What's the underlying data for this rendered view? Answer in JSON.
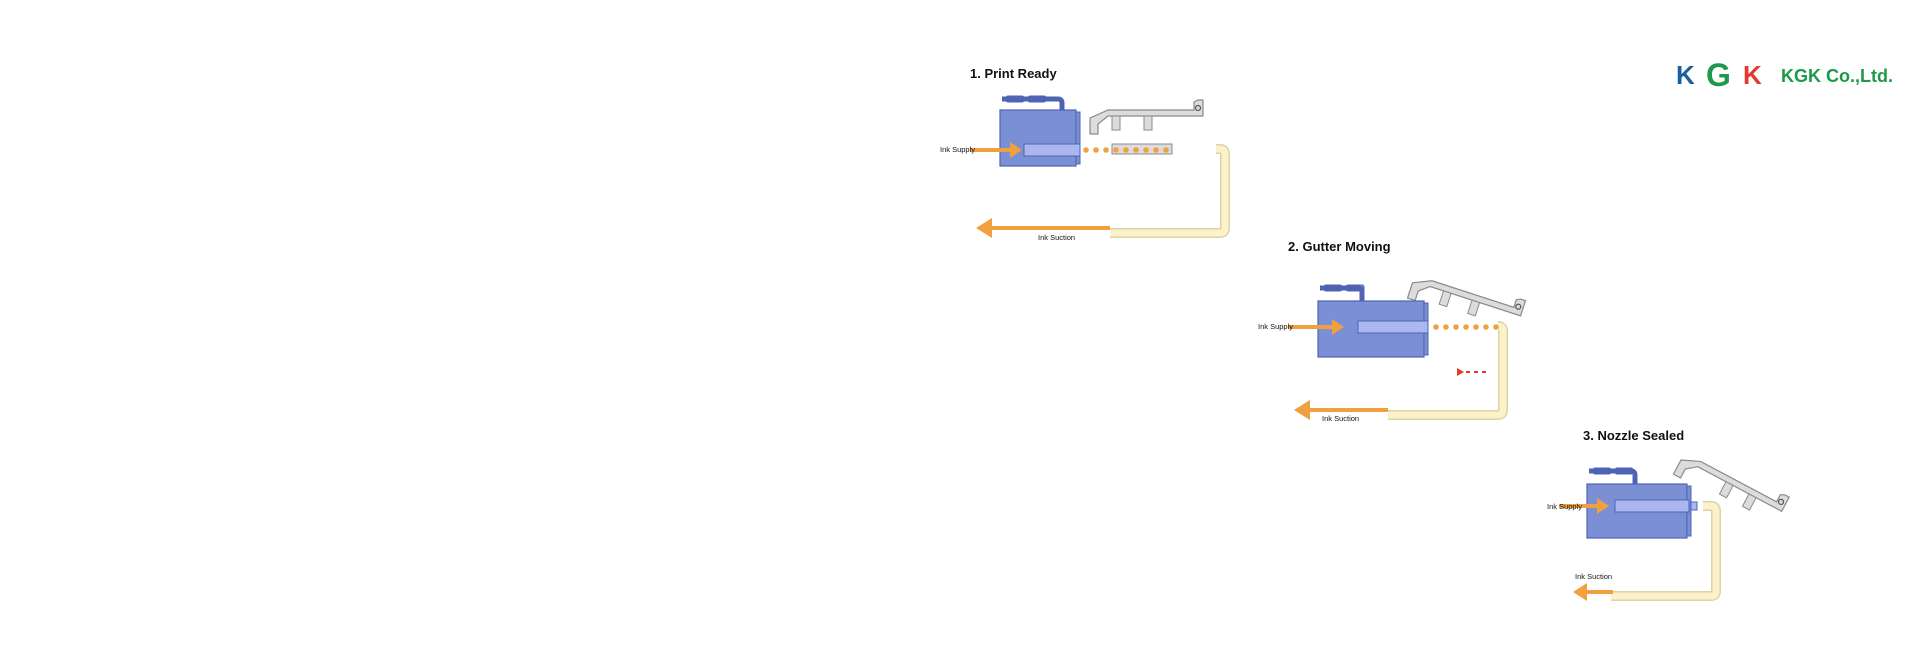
{
  "logo": {
    "letters": [
      "K",
      "G",
      "K"
    ],
    "company_name": "KGK Co.,Ltd.",
    "colors": {
      "blue": "#1b5f9e",
      "green": "#1c9a4a",
      "red": "#e23a2c"
    }
  },
  "steps": [
    {
      "title": "1. Print Ready",
      "supply_label": "Ink Supply",
      "suction_label": "Ink Suction"
    },
    {
      "title": "2. Gutter Moving",
      "supply_label": "Ink Supply",
      "suction_label": "Ink Suction"
    },
    {
      "title": "3. Nozzle Sealed",
      "supply_label": "Ink Supply",
      "suction_label": "Ink Suction"
    }
  ],
  "colors": {
    "head_body": "#7b8fd4",
    "head_outline": "#4f63b5",
    "nozzle_chamber": "#aab8ef",
    "ink": "#f0a040",
    "tube_fill": "#fbf2cc",
    "tube_outline": "#ddd3a7",
    "gutter_fill": "#dcdcdc",
    "gutter_outline": "#8a8a8a",
    "move_arrow": "#e23a2c"
  }
}
